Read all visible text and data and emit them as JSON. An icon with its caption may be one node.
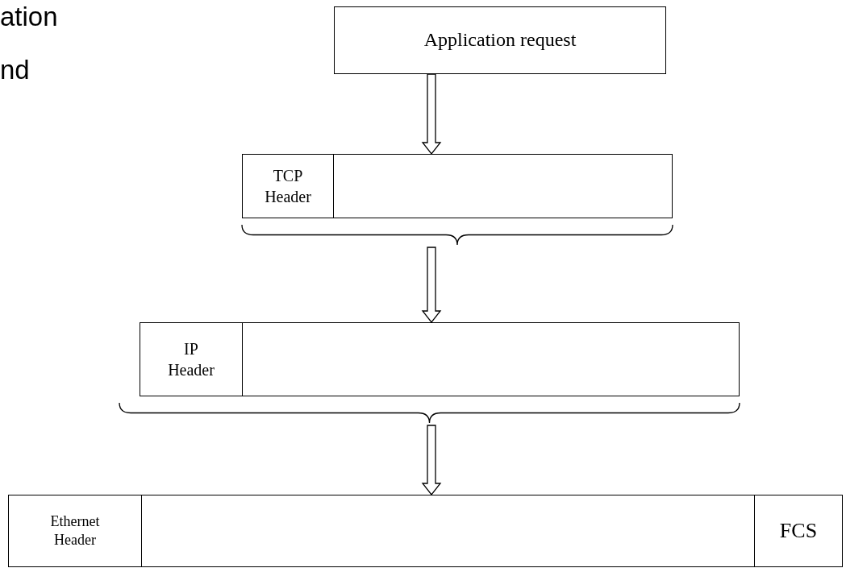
{
  "diagram": {
    "nodes": [
      {
        "text": [
          "Application request"
        ]
      },
      {
        "text": [
          "TCP Header"
        ]
      },
      {
        "text": [
          "IP Header"
        ]
      },
      {
        "text": [
          "Ethernet Header",
          "FCS"
        ]
      }
    ],
    "edges": [
      {
        "from": 0,
        "to": 1,
        "arrow": "to"
      },
      {
        "from": 1,
        "to": 2,
        "arrow": "to"
      },
      {
        "from": 2,
        "to": 3,
        "arrow": "to"
      }
    ],
    "labels": [
      "ation",
      "nd"
    ]
  }
}
